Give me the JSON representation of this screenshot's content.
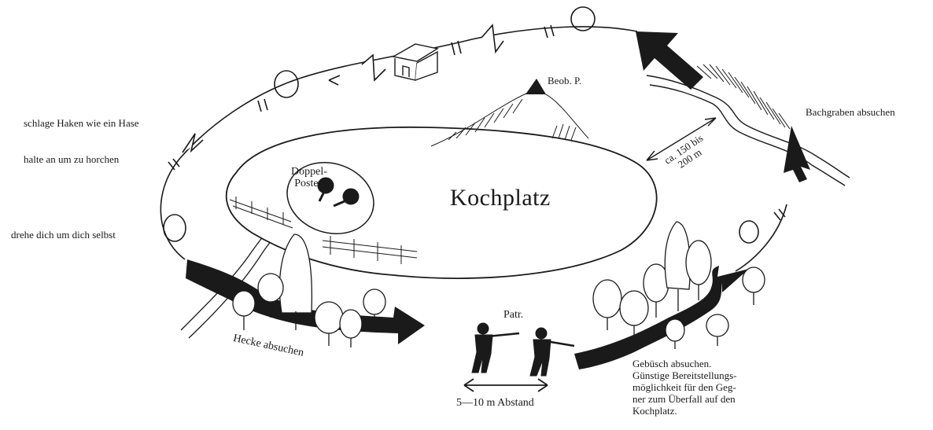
{
  "labels": {
    "hook": "schlage Haken wie ein Hase",
    "stop": "halte an um zu horchen",
    "turn": "drehe dich um dich selbst",
    "hedge": "Hecke absuchen",
    "observation": "Beob. P.",
    "stream": "Bachgraben absuchen",
    "distance": "ca. 150 bis\n200 m",
    "posts": "Doppel-\nPosten",
    "camp": "Kochplatz",
    "patrol": "Patr.",
    "spacing": "5—10 m Abstand",
    "bushes": "Gebüsch absuchen.\nGünstige Bereitstellungs-\nmöglichkeit für den Geg-\nner zum Überfall auf den\nKochplatz."
  },
  "colors": {
    "ink": "#1a1a1a",
    "paper": "#ffffff"
  }
}
